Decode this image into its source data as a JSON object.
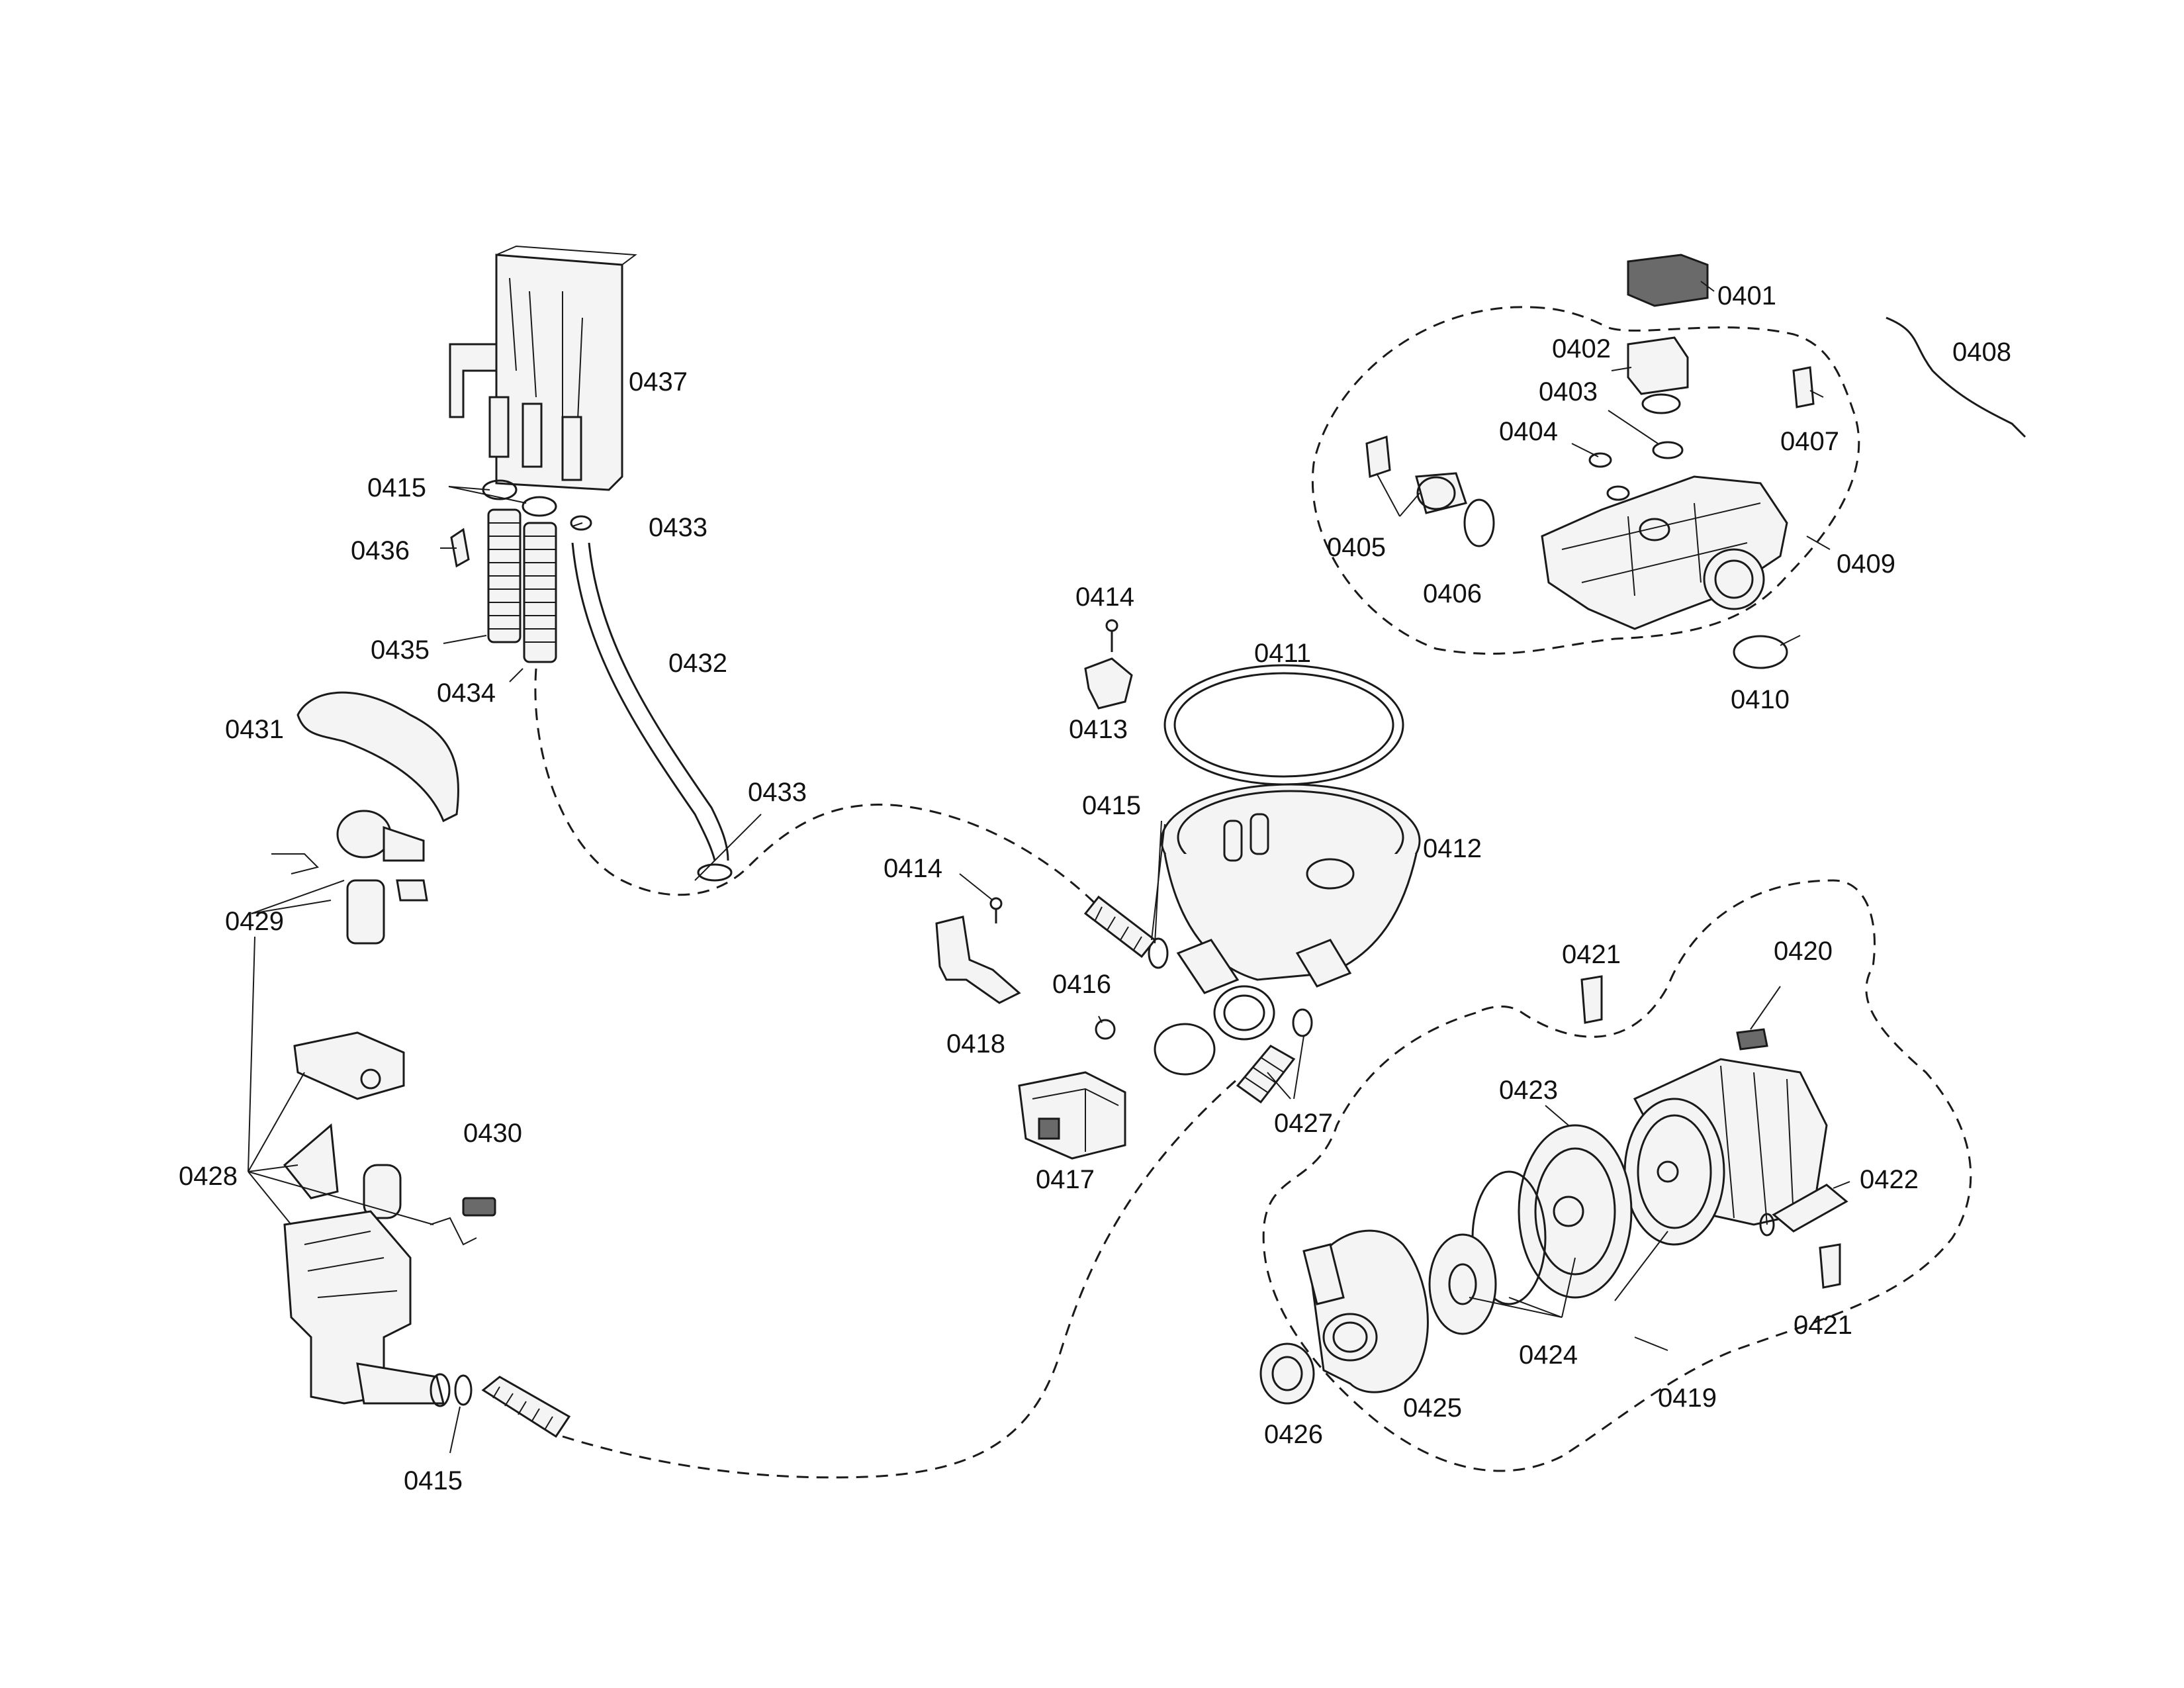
{
  "labels": {
    "l0401": "0401",
    "l0402": "0402",
    "l0403": "0403",
    "l0404": "0404",
    "l0405": "0405",
    "l0406": "0406",
    "l0407": "0407",
    "l0408": "0408",
    "l0409": "0409",
    "l0410": "0410",
    "l0411": "0411",
    "l0412": "0412",
    "l0413": "0413",
    "l0414a": "0414",
    "l0414b": "0414",
    "l0415a": "0415",
    "l0415b": "0415",
    "l0415c": "0415",
    "l0416": "0416",
    "l0417": "0417",
    "l0418": "0418",
    "l0419": "0419",
    "l0420": "0420",
    "l0421a": "0421",
    "l0421b": "0421",
    "l0422": "0422",
    "l0423": "0423",
    "l0424": "0424",
    "l0425": "0425",
    "l0426": "0426",
    "l0427": "0427",
    "l0428": "0428",
    "l0429": "0429",
    "l0430": "0430",
    "l0431": "0431",
    "l0432": "0432",
    "l0433a": "0433",
    "l0433b": "0433",
    "l0434": "0434",
    "l0435": "0435",
    "l0436": "0436",
    "l0437": "0437"
  }
}
